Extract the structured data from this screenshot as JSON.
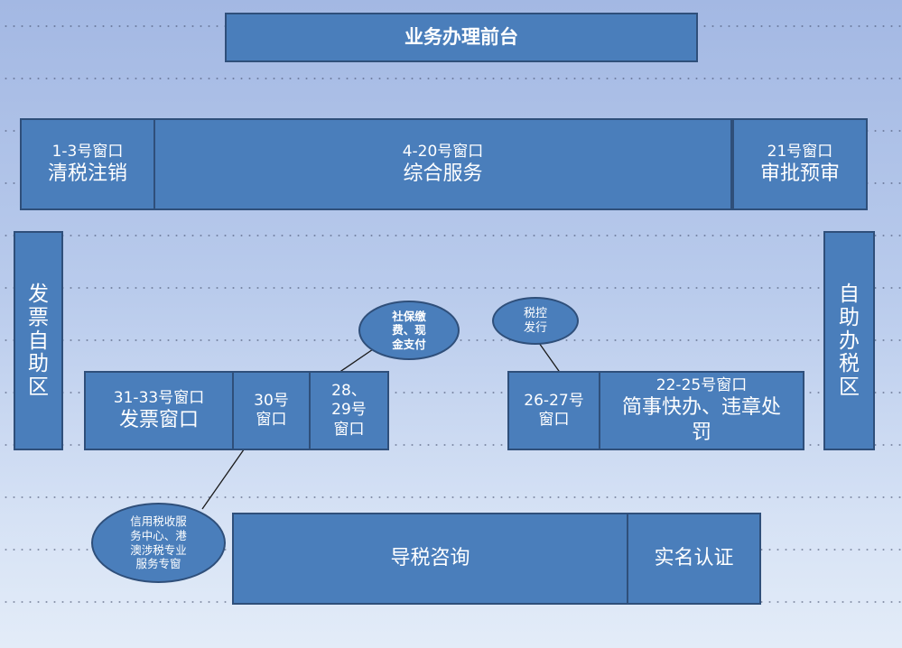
{
  "title": "业务办理前台",
  "top_row": [
    {
      "line1": "1-3号窗口",
      "line2": "清税注销"
    },
    {
      "line1": "4-20号窗口",
      "line2": "综合服务"
    },
    {
      "line1": "21号窗口",
      "line2": "审批预审"
    }
  ],
  "left_side": "发票自助区",
  "right_side": "自助办税区",
  "mid_left": [
    {
      "line1": "31-33号窗口",
      "line2": "发票窗口"
    },
    {
      "line1": "30号",
      "line2": "窗口"
    },
    {
      "line1": "28、",
      "line2": "29号",
      "line3": "窗口"
    }
  ],
  "mid_right": [
    {
      "line1": "26-27号",
      "line2": "窗口"
    },
    {
      "line1": "22-25号窗口",
      "line2": "简事快办、违章处",
      "line3": "罚"
    }
  ],
  "bottom_row": [
    {
      "label": "导税咨询"
    },
    {
      "label": "实名认证"
    }
  ],
  "callouts": {
    "social": {
      "line1": "社保缴",
      "line2": "费、现",
      "line3": "金支付"
    },
    "taxctrl": {
      "line1": "税控",
      "line2": "发行"
    },
    "credit": {
      "line1": "信用税收服",
      "line2": "务中心、港",
      "line3": "澳涉税专业",
      "line4": "服务专窗"
    }
  }
}
